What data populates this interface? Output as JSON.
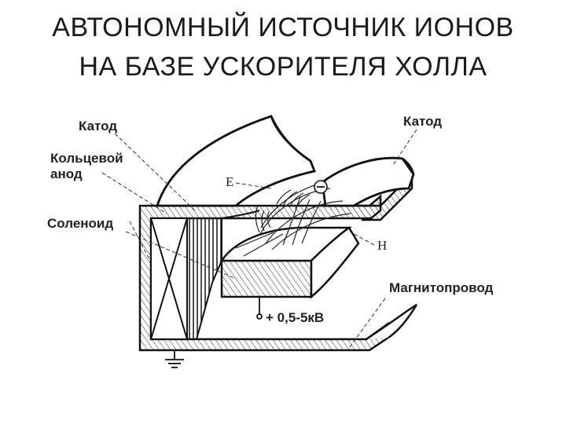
{
  "title": {
    "line1": "АВТОНОМНЫЙ ИСТОЧНИК ИОНОВ",
    "line2": "НА БАЗЕ УСКОРИТЕЛЯ ХОЛЛА"
  },
  "labels": {
    "cathode_left": "Катод",
    "cathode_right": "Катод",
    "ring_anode_line1": "Кольцевой",
    "ring_anode_line2": "анод",
    "solenoid": "Соленоид",
    "magnetic_circuit": "Магнитопровод",
    "voltage": "+ 0,5-5кВ",
    "field_e": "Е",
    "field_h": "Н",
    "electron_symbol": "⊖"
  }
}
